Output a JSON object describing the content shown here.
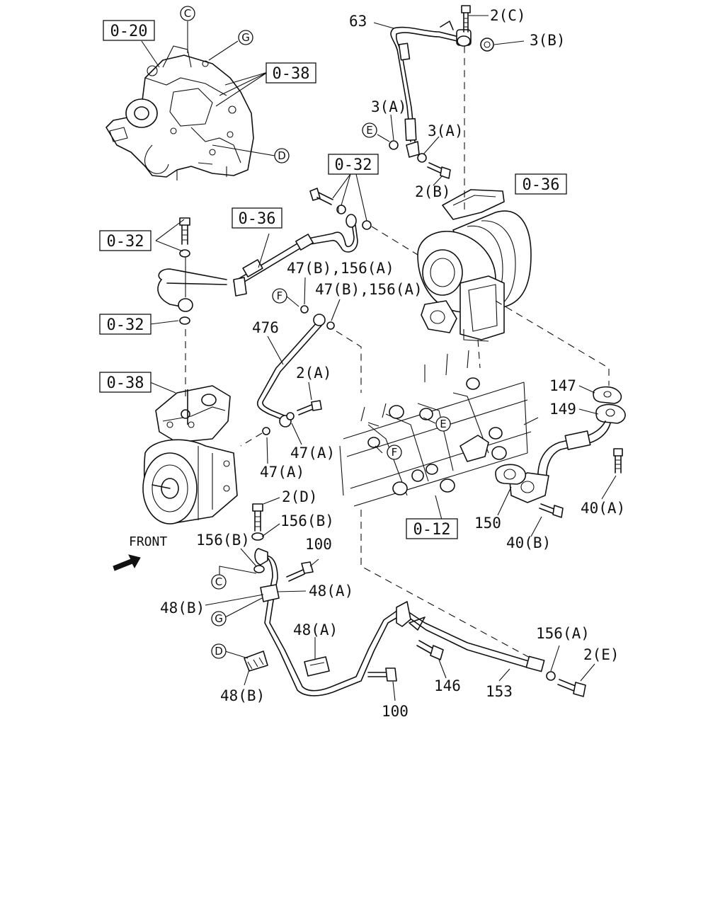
{
  "front_label": "FRONT",
  "ref_boxes": {
    "r020": "0-20",
    "r038a": "0-38",
    "r032a": "0-32",
    "r036a": "0-36",
    "r036b": "0-36",
    "r032b": "0-32",
    "r032c": "0-32",
    "r038b": "0-38",
    "r012": "0-12"
  },
  "circle_markers": {
    "c_top": "C",
    "g_top": "G",
    "d_top": "D",
    "e_mid": "E",
    "f_mid": "F",
    "e_block": "E",
    "f_block": "F",
    "c_low": "C",
    "g_low": "G",
    "d_low": "D"
  },
  "part_labels": {
    "p63": "63",
    "p2c": "2(C)",
    "p3b": "3(B)",
    "p3a_1": "3(A)",
    "p3a_2": "3(A)",
    "p2b": "2(B)",
    "p47b156a_1": "47(B),156(A)",
    "p47b156a_2": "47(B),156(A)",
    "p476": "476",
    "p2a": "2(A)",
    "p47a_1": "47(A)",
    "p47a_2": "47(A)",
    "p147": "147",
    "p149": "149",
    "p150": "150",
    "p40b": "40(B)",
    "p40a": "40(A)",
    "p2d": "2(D)",
    "p156b_1": "156(B)",
    "p156b_2": "156(B)",
    "p100_1": "100",
    "p48a_1": "48(A)",
    "p48b_1": "48(B)",
    "p48a_2": "48(A)",
    "p48b_2": "48(B)",
    "p100_2": "100",
    "p146": "146",
    "p153": "153",
    "p156a": "156(A)",
    "p2e": "2(E)"
  }
}
